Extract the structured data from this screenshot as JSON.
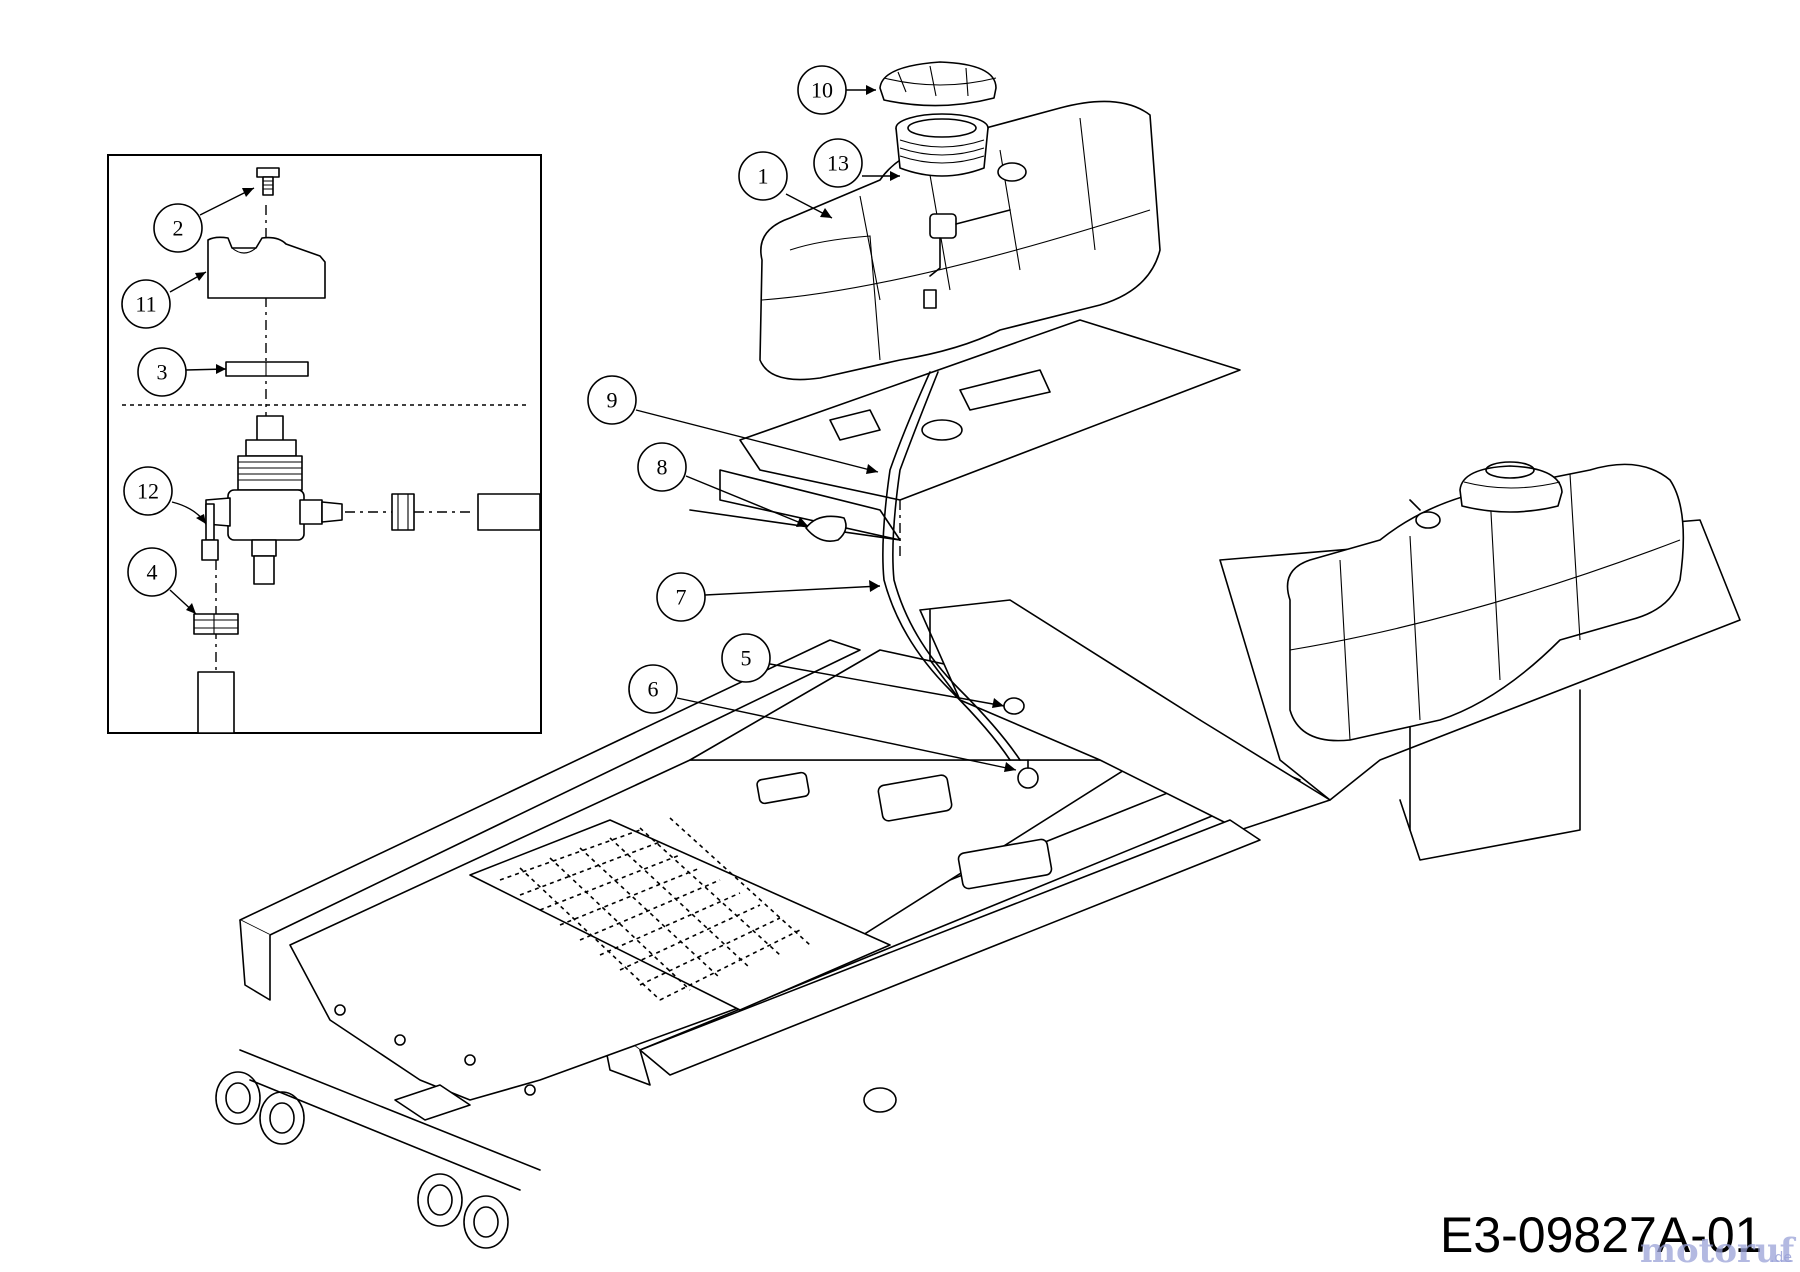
{
  "drawing_code": "E3-09827A-01",
  "watermark": {
    "brand": "motoruf",
    "suffix": ".de",
    "color": "#9aa2d8"
  },
  "callouts": [
    {
      "id": "c1",
      "number": "1"
    },
    {
      "id": "c2",
      "number": "2"
    },
    {
      "id": "c3",
      "number": "3"
    },
    {
      "id": "c4",
      "number": "4"
    },
    {
      "id": "c5",
      "number": "5"
    },
    {
      "id": "c6",
      "number": "6"
    },
    {
      "id": "c7",
      "number": "7"
    },
    {
      "id": "c8",
      "number": "8"
    },
    {
      "id": "c9",
      "number": "9"
    },
    {
      "id": "c10",
      "number": "10"
    },
    {
      "id": "c11",
      "number": "11"
    },
    {
      "id": "c12",
      "number": "12"
    },
    {
      "id": "c13",
      "number": "13"
    }
  ],
  "colors": {
    "line": "#000000",
    "background": "#ffffff"
  }
}
